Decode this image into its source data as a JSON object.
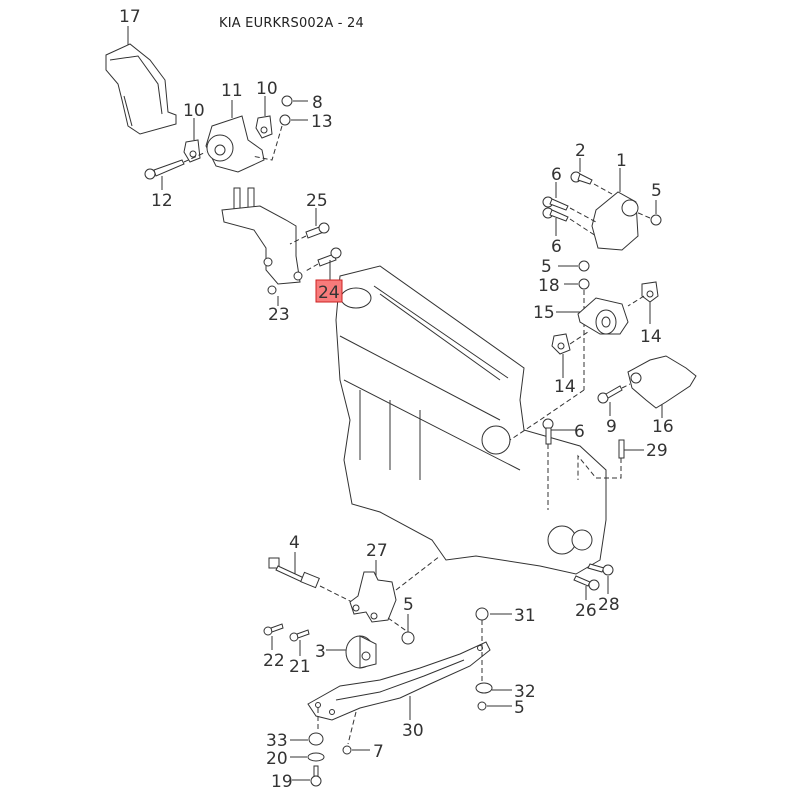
{
  "title": "KIA EURKRS002A - 24",
  "highlight_color": "#f77b7b",
  "highlighted_part": "24",
  "callouts": [
    {
      "id": "c17",
      "label": "17"
    },
    {
      "id": "c11",
      "label": "11"
    },
    {
      "id": "c10a",
      "label": "10"
    },
    {
      "id": "c10b",
      "label": "10"
    },
    {
      "id": "c8",
      "label": "8"
    },
    {
      "id": "c13",
      "label": "13"
    },
    {
      "id": "c12",
      "label": "12"
    },
    {
      "id": "c25",
      "label": "25"
    },
    {
      "id": "c24",
      "label": "24"
    },
    {
      "id": "c23",
      "label": "23"
    },
    {
      "id": "c2",
      "label": "2"
    },
    {
      "id": "c1",
      "label": "1"
    },
    {
      "id": "c6a",
      "label": "6"
    },
    {
      "id": "c5a",
      "label": "5"
    },
    {
      "id": "c6b",
      "label": "6"
    },
    {
      "id": "c5b",
      "label": "5"
    },
    {
      "id": "c18",
      "label": "18"
    },
    {
      "id": "c15",
      "label": "15"
    },
    {
      "id": "c14a",
      "label": "14"
    },
    {
      "id": "c14b",
      "label": "14"
    },
    {
      "id": "c9",
      "label": "9"
    },
    {
      "id": "c16",
      "label": "16"
    },
    {
      "id": "c6c",
      "label": "6"
    },
    {
      "id": "c29",
      "label": "29"
    },
    {
      "id": "c4",
      "label": "4"
    },
    {
      "id": "c27",
      "label": "27"
    },
    {
      "id": "c5c",
      "label": "5"
    },
    {
      "id": "c22",
      "label": "22"
    },
    {
      "id": "c21",
      "label": "21"
    },
    {
      "id": "c3",
      "label": "3"
    },
    {
      "id": "c26",
      "label": "26"
    },
    {
      "id": "c28",
      "label": "28"
    },
    {
      "id": "c31",
      "label": "31"
    },
    {
      "id": "c32",
      "label": "32"
    },
    {
      "id": "c5d",
      "label": "5"
    },
    {
      "id": "c30",
      "label": "30"
    },
    {
      "id": "c33",
      "label": "33"
    },
    {
      "id": "c20",
      "label": "20"
    },
    {
      "id": "c7",
      "label": "7"
    },
    {
      "id": "c19",
      "label": "19"
    }
  ]
}
